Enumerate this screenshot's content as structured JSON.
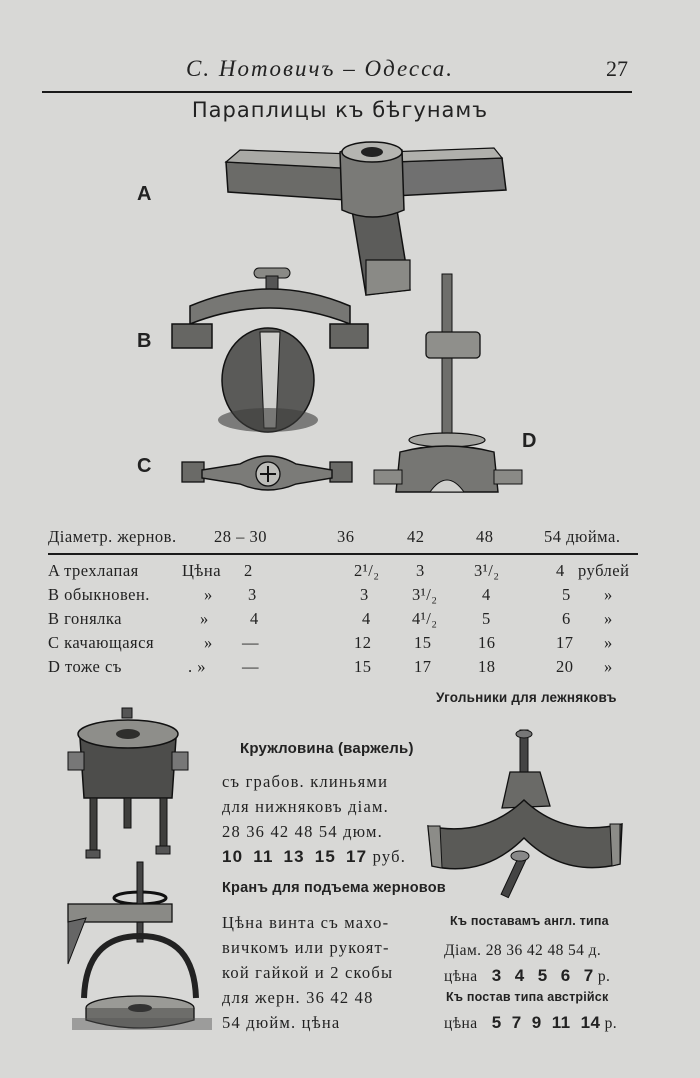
{
  "header": {
    "title": "С. Нотовичъ – Одесса.",
    "page_number": "27"
  },
  "section_title": "Параплицы къ бѣгунамъ",
  "figure_labels": [
    "A",
    "B",
    "C",
    "D"
  ],
  "table": {
    "header": {
      "label": "Діаметр. жернов.",
      "c1": "28 – 30",
      "c2": "36",
      "c3": "42",
      "c4": "48",
      "c5": "54 дюйма."
    },
    "rows": [
      {
        "label": "A трехлапая",
        "price_label": "Цѣна",
        "c1": "2",
        "c2": "2¹/₂",
        "c3": "3",
        "c4": "3¹/₂",
        "c5": "4",
        "unit": "рублей"
      },
      {
        "label": "B обыкновен.",
        "price_label": "»",
        "c1": "3",
        "c2": "3",
        "c3": "3¹/₂",
        "c4": "4",
        "c5": "5",
        "unit": "»"
      },
      {
        "label": "B гонялка",
        "price_label": "»",
        "c1": "4",
        "c2": "4",
        "c3": "4¹/₂",
        "c4": "5",
        "c5": "6",
        "unit": "»"
      },
      {
        "label": "C качающаяся",
        "price_label": "»",
        "c1": "—",
        "c2": "12",
        "c3": "15",
        "c4": "16",
        "c5": "17",
        "unit": "»"
      },
      {
        "label": "D тоже съ",
        "price_label": ". »",
        "c1": "—",
        "c2": "15",
        "c3": "17",
        "c4": "18",
        "c5": "20",
        "unit": "»"
      }
    ]
  },
  "ugolniki": {
    "title": "Угольники для лежняковъ",
    "angl_heading": "Къ поставамъ англ. типа",
    "angl_diam": "Діам. 28 36 42 48 54 д.",
    "angl_price_label": "цѣна",
    "angl_prices": "3 4 5 6 7",
    "angl_unit": "р.",
    "austr_heading": "Къ постав типа австрійск",
    "austr_price_label": "цѣна",
    "austr_prices": "5 7 9 11 14",
    "austr_unit": "р."
  },
  "kruzhlovina": {
    "title": "Кружловина (варжель)",
    "line1": "съ грабов. клиньями",
    "line2": "для нижняковъ діам.",
    "line3": "28 36 42 48 54 дюм.",
    "prices": "10 11 13 15 17",
    "unit": "руб."
  },
  "kran": {
    "title": "Кранъ для подъема жерновов",
    "line1": "Цѣна винта съ махо-",
    "line2": "вичкомъ или рукоят-",
    "line3": "кой гайкой и 2 скобы",
    "line4": "для жерн. 36 42 48",
    "line5": "54 дюйм. цѣна"
  }
}
